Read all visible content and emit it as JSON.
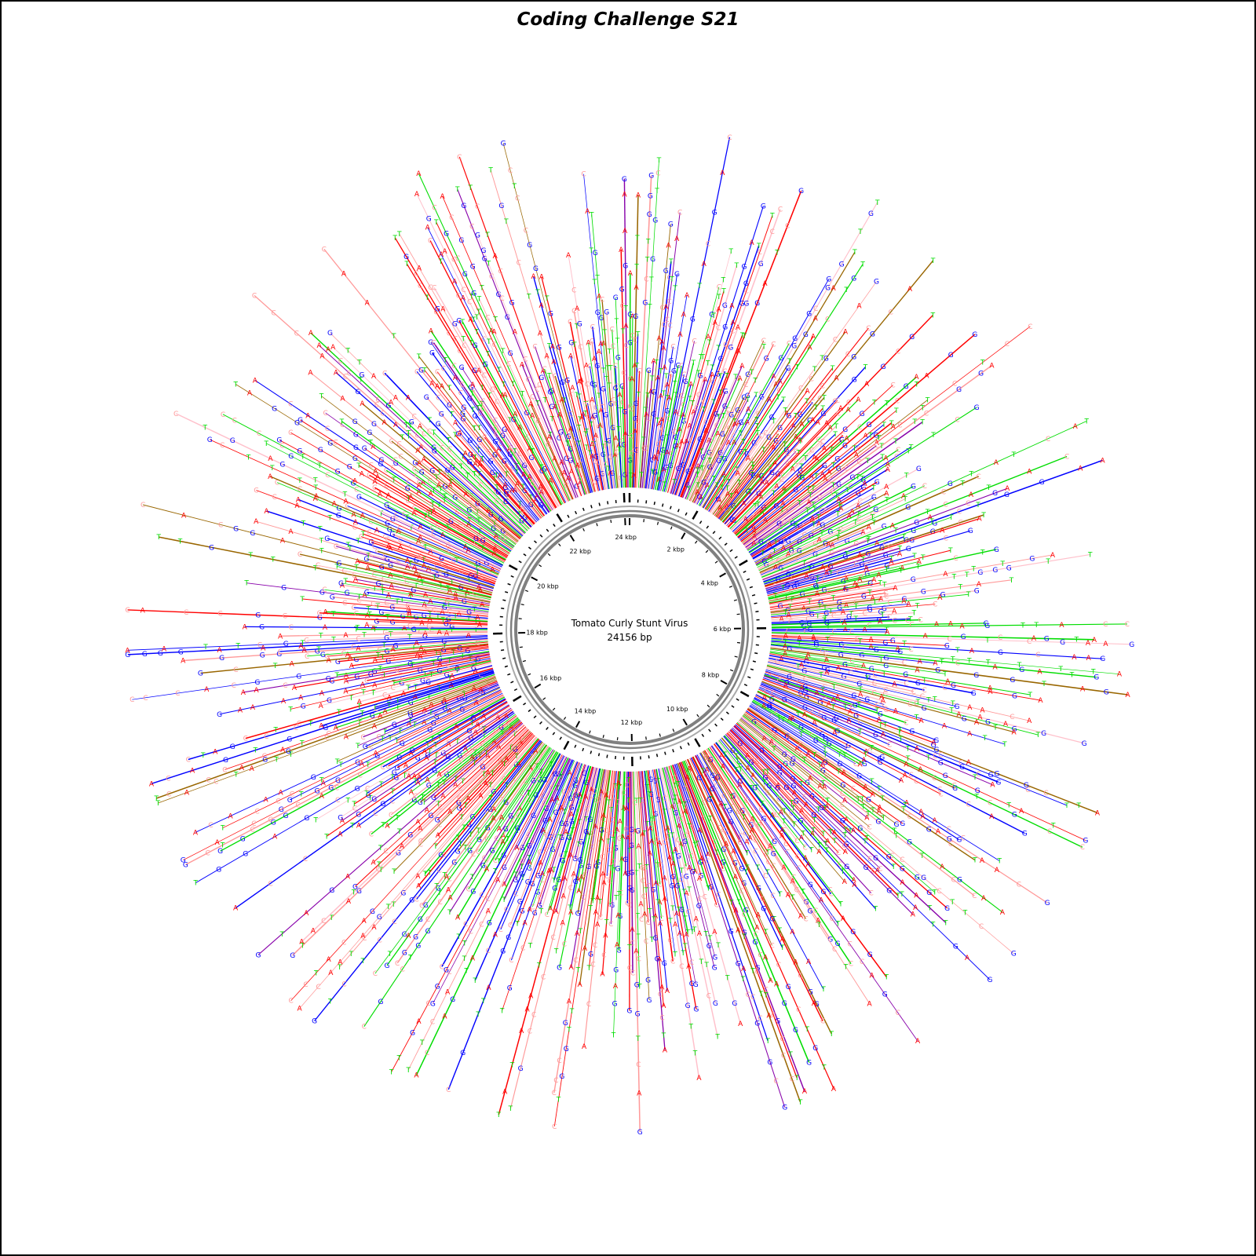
{
  "title": "Coding Challenge S21",
  "genome": {
    "name": "Tomato Curly Stunt Virus",
    "length_label": "24156 bp",
    "length_bp": 24156
  },
  "kbp_labels": [
    "2 kbp",
    "4 kbp",
    "6 kbp",
    "8 kbp",
    "10 kbp",
    "12 kbp",
    "14 kbp",
    "16 kbp",
    "18 kbp",
    "20 kbp",
    "22 kbp",
    "24 kbp"
  ],
  "nucleotides": [
    "A",
    "C",
    "G",
    "T"
  ],
  "colors": {
    "A": "#ff0000",
    "C": "#ff9999",
    "G": "#0000ff",
    "T": "#00dd00",
    "extra": [
      "#8800aa",
      "#996600",
      "#ffc0cb"
    ],
    "ring": "#808080",
    "ticks": "#000000"
  }
}
